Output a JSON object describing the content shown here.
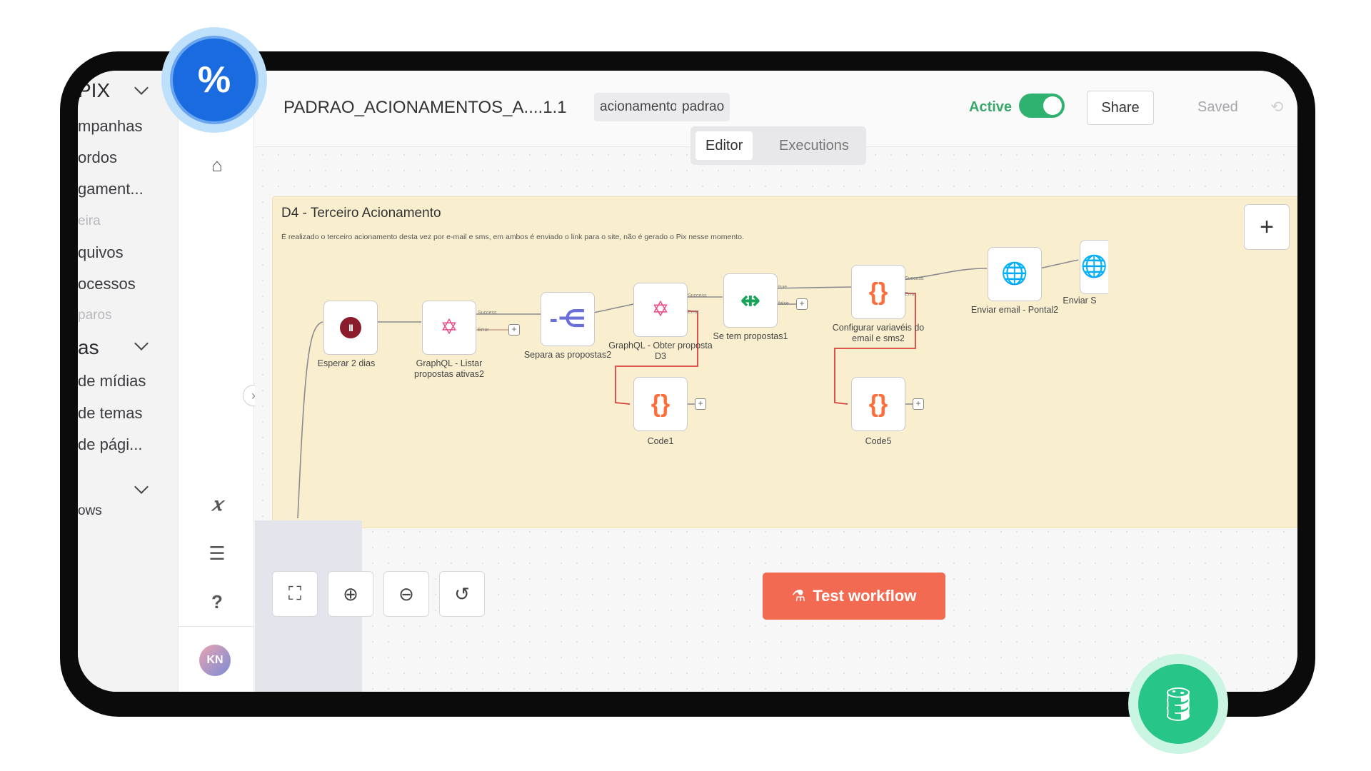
{
  "left_nav": {
    "items": [
      {
        "label": "PIX",
        "style": "big"
      },
      {
        "label": "mpanhas",
        "style": "normal"
      },
      {
        "label": "ordos",
        "style": "normal"
      },
      {
        "label": "gament...",
        "style": "normal"
      },
      {
        "label": "eira",
        "style": "faded"
      },
      {
        "label": "quivos",
        "style": "normal"
      },
      {
        "label": "ocessos",
        "style": "normal"
      },
      {
        "label": "paros",
        "style": "faded"
      },
      {
        "label": "as",
        "style": "big"
      },
      {
        "label": "de mídias",
        "style": "normal"
      },
      {
        "label": "de temas",
        "style": "normal"
      },
      {
        "label": "de pági...",
        "style": "normal"
      },
      {
        "label": "ows",
        "style": "normal"
      }
    ]
  },
  "icon_bar": {
    "home_icon": "⌂",
    "variables_icon": "𝑥",
    "list_icon": "☰",
    "help_icon": "?",
    "collapse_icon": "›",
    "avatar": "KN"
  },
  "header": {
    "title": "PADRAO_ACIONAMENTOS_A....1.1",
    "tags": [
      "acionamentos",
      "padrao"
    ],
    "active_label": "Active",
    "share_label": "Share",
    "saved_label": "Saved",
    "history_icon": "⟲",
    "more_icon": "•••",
    "tabs": [
      {
        "label": "Editor",
        "active": true
      },
      {
        "label": "Executions",
        "active": false
      }
    ]
  },
  "canvas": {
    "sticky_title": "D4 - Terceiro Acionamento",
    "sticky_desc": "É realizado o terceiro acionamento desta vez por e-mail e sms, em ambos é enviado o link para o site, não é gerado o Pix nesse momento.",
    "nodes": [
      {
        "id": "wait",
        "label": "Esperar 2 dias",
        "icon": "II"
      },
      {
        "id": "gql1",
        "label": "GraphQL - Listar propostas ativas2",
        "icon": "✡"
      },
      {
        "id": "split",
        "label": "Separa as propostas2",
        "icon": "-⋲"
      },
      {
        "id": "gql2",
        "label": "GraphQL - Obter proposta D3",
        "icon": "✡"
      },
      {
        "id": "if",
        "label": "Se tem propostas1",
        "icon": "⇹"
      },
      {
        "id": "cfg",
        "label": "Configurar variavéis do email e sms2",
        "icon": "{}"
      },
      {
        "id": "email",
        "label": "Enviar email - Pontal2",
        "icon": "🌐"
      },
      {
        "id": "sms",
        "label": "Enviar S",
        "icon": "🌐"
      },
      {
        "id": "code1",
        "label": "Code1",
        "icon": "{}"
      },
      {
        "id": "code5",
        "label": "Code5",
        "icon": "{}"
      }
    ],
    "branch_labels": {
      "success": "Success",
      "error": "Error",
      "true": "true",
      "false": "false"
    },
    "add_node_icon": "+",
    "zoom_controls": [
      "⛶",
      "⊕",
      "⊖",
      "↺"
    ],
    "test_button": "Test workflow",
    "test_icon": "⚗"
  },
  "badges": {
    "left_icon": "%",
    "right_icon": "🛢"
  }
}
